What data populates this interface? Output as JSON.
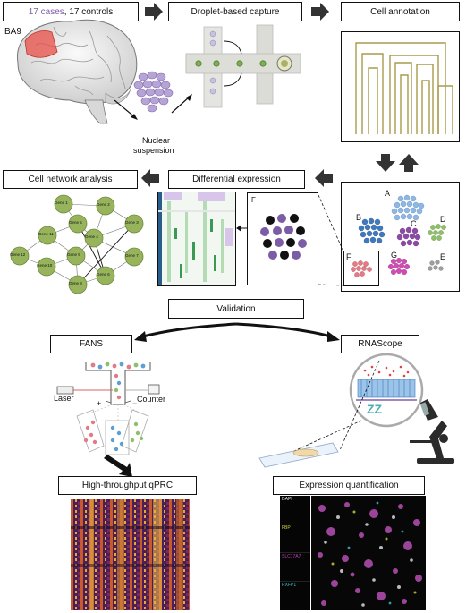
{
  "header": {
    "cases_text": "17 cases",
    "controls_text": ", 17 controls"
  },
  "brain": {
    "region_label": "BA9"
  },
  "steps": {
    "capture": "Droplet-based capture",
    "annotation": "Cell annotation",
    "network": "Cell network analysis",
    "differential": "Differential expression",
    "validation": "Validation",
    "fans": "FANS",
    "rnascope": "RNAScope",
    "qprc": "High-throughput qPRC",
    "quant": "Expression quantification"
  },
  "nuclear_label_1": "Nuclear",
  "nuclear_label_2": "suspension",
  "network_genes": [
    "Gene 1",
    "Gene 2",
    "Gene 3",
    "Gene 4",
    "Gene 5",
    "Gene 6",
    "Gene 7",
    "Gene 8",
    "Gene 9",
    "Gene 10",
    "Gene 11",
    "Gene 12"
  ],
  "clusters": [
    {
      "label": "A",
      "color": "#8fb7e3"
    },
    {
      "label": "B",
      "color": "#3f78bd"
    },
    {
      "label": "C",
      "color": "#8b4aa6"
    },
    {
      "label": "D",
      "color": "#8fbf6a"
    },
    {
      "label": "E",
      "color": "#9e9e9e"
    },
    {
      "label": "F",
      "color": "#e27b86"
    },
    {
      "label": "G",
      "color": "#d24db3"
    }
  ],
  "diff_panel_label": "F",
  "fans": {
    "laser": "Laser",
    "counter": "Counter",
    "plus": "+",
    "minus": "−"
  },
  "quant_channels": [
    {
      "label": "DAPI",
      "color": "#e8e8e8"
    },
    {
      "label": "FBP",
      "color": "#d7d23a"
    },
    {
      "label": "SLC17A7",
      "color": "#c63fbf"
    },
    {
      "label": "RXFP1",
      "color": "#33c3c9"
    }
  ]
}
